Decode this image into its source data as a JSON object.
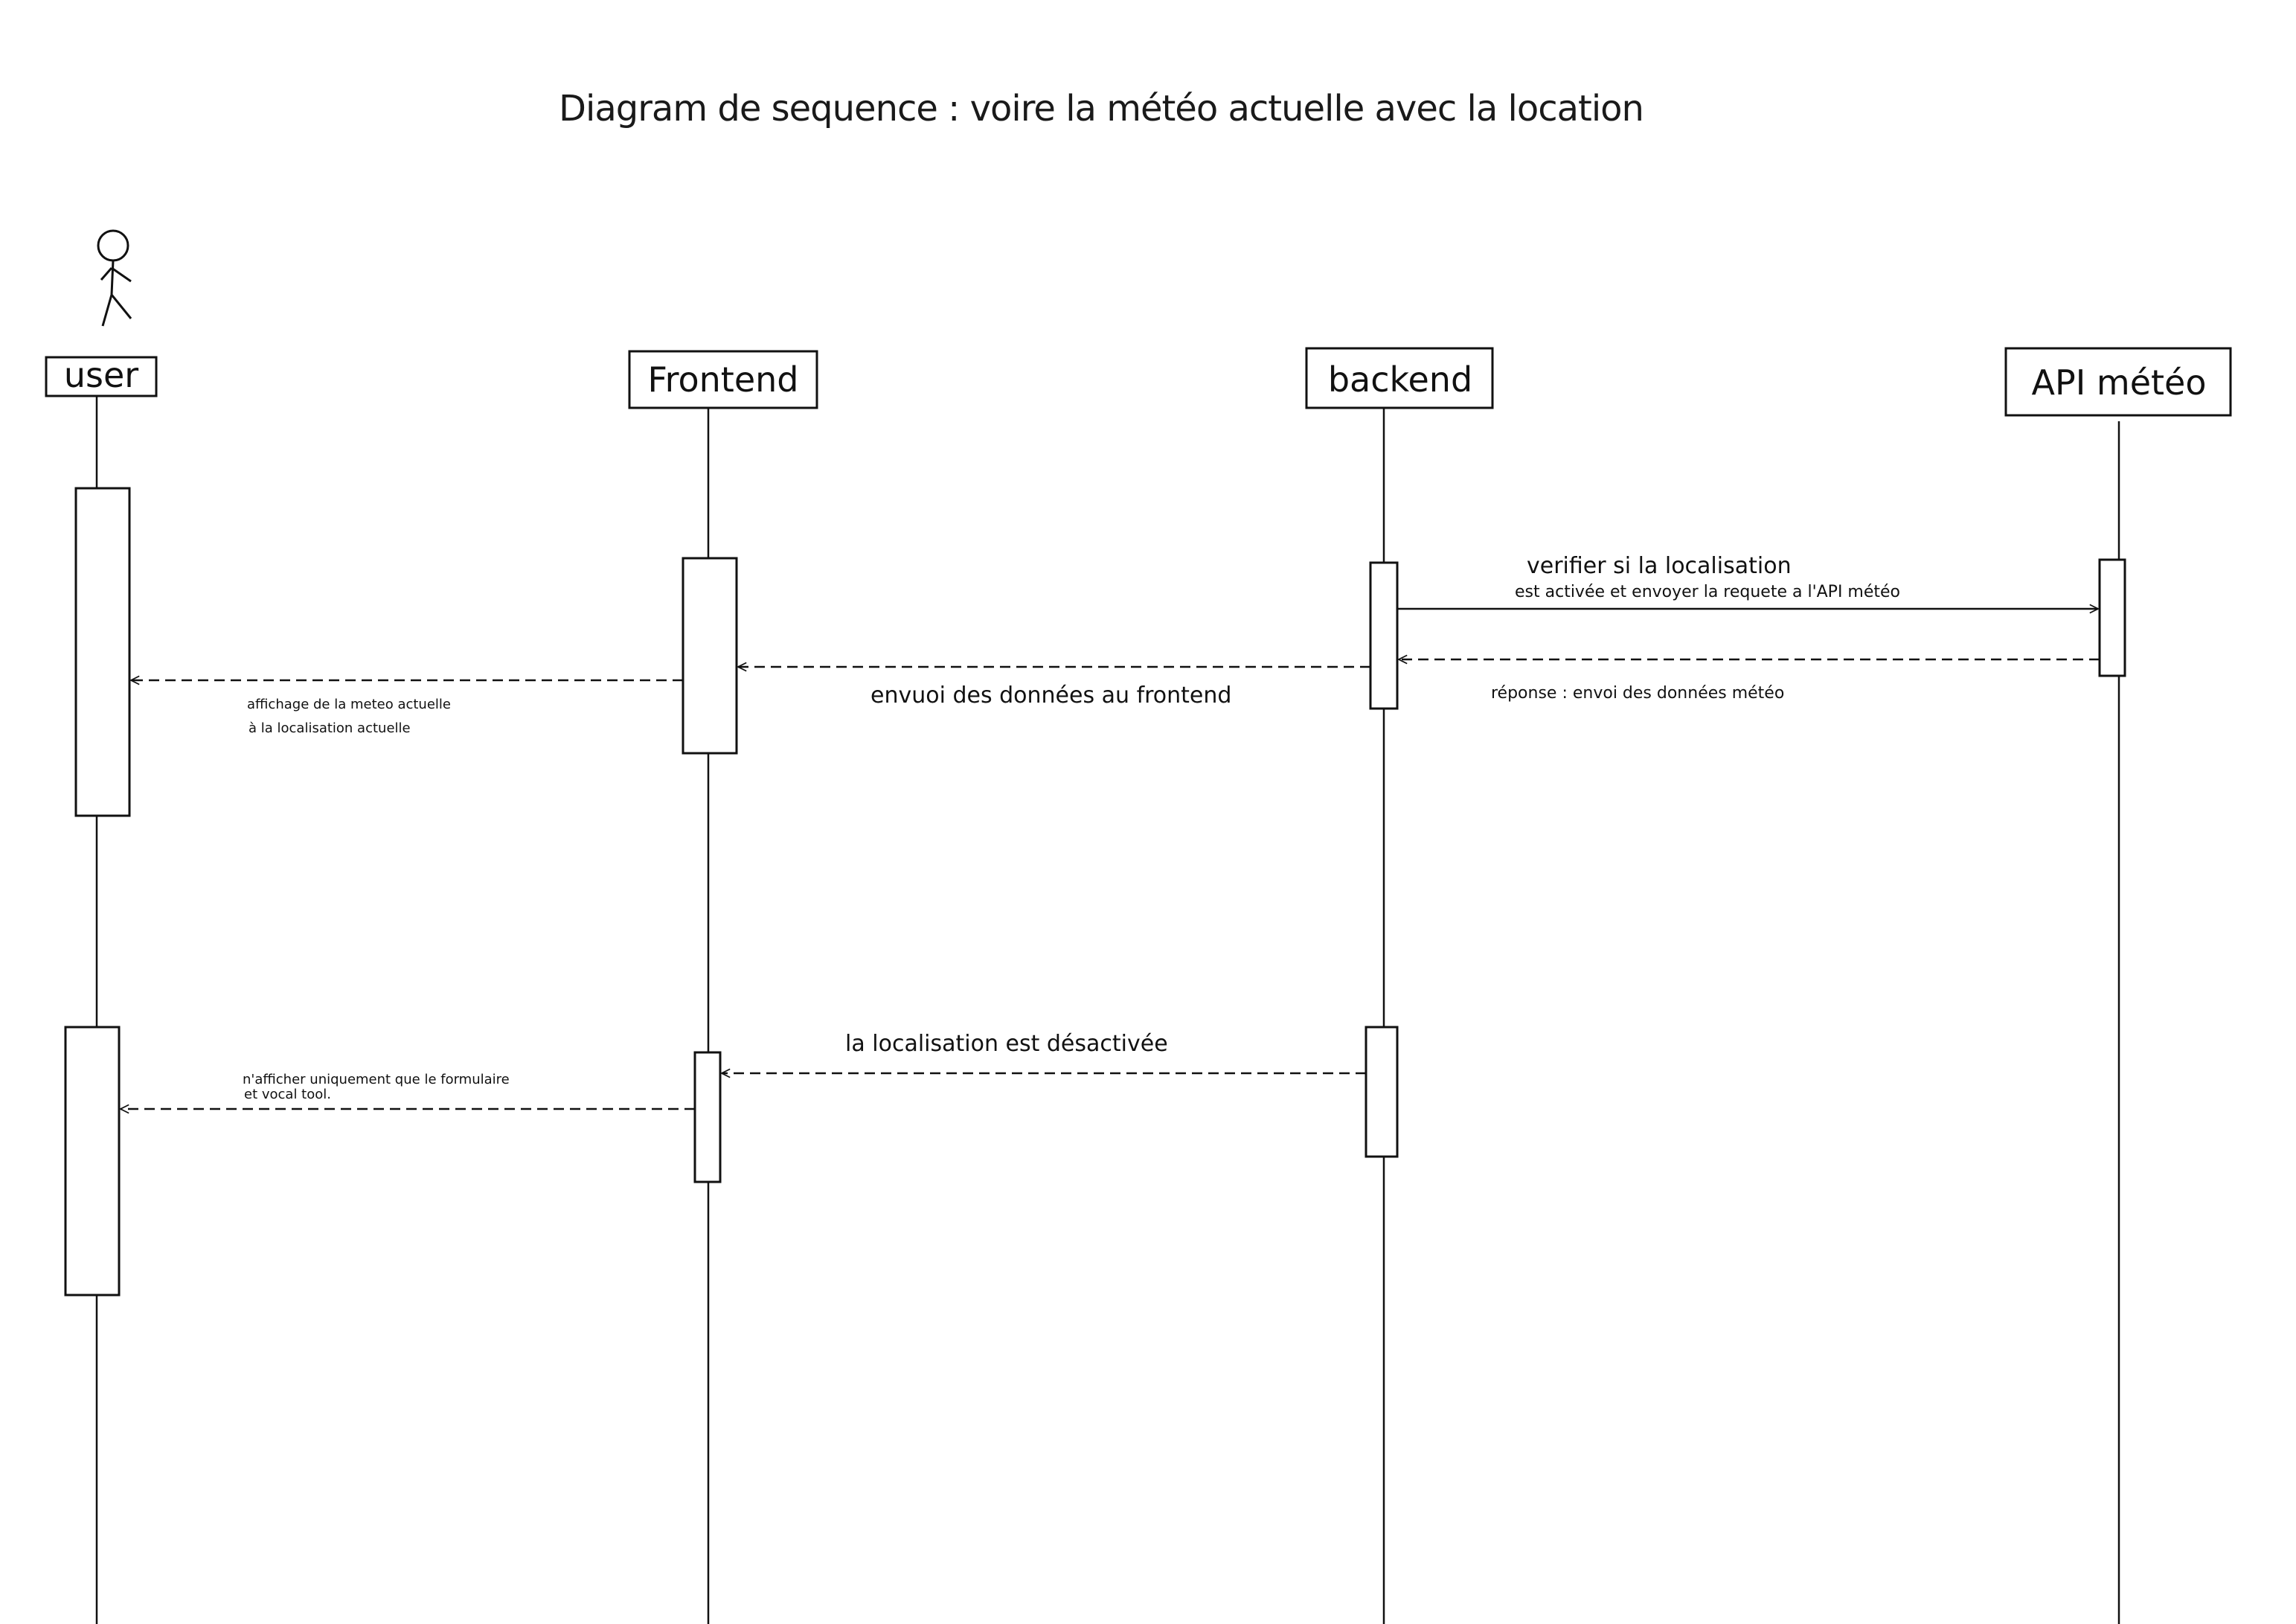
{
  "diagram": {
    "title": "Diagram de sequence : voire la météo actuelle avec la location",
    "participants": [
      {
        "id": "user",
        "label": "user",
        "actor": true
      },
      {
        "id": "frontend",
        "label": "Frontend",
        "actor": false
      },
      {
        "id": "backend",
        "label": "backend",
        "actor": false
      },
      {
        "id": "api",
        "label": "API météo",
        "actor": false
      }
    ],
    "messages": [
      {
        "from": "backend",
        "to": "api",
        "style": "solid",
        "lines": [
          "verifier si la localisation",
          "est activée et envoyer la requete a l'API météo"
        ]
      },
      {
        "from": "api",
        "to": "backend",
        "style": "dashed",
        "lines": [
          "réponse : envoi des données météo"
        ]
      },
      {
        "from": "backend",
        "to": "frontend",
        "style": "dashed",
        "lines": [
          "envuoi des données au frontend"
        ]
      },
      {
        "from": "frontend",
        "to": "user",
        "style": "dashed",
        "lines": [
          "affichage de la meteo actuelle",
          "à la localisation actuelle"
        ]
      },
      {
        "from": "backend",
        "to": "frontend",
        "style": "dashed",
        "lines": [
          "la localisation est désactivée"
        ]
      },
      {
        "from": "frontend",
        "to": "user",
        "style": "dashed",
        "lines": [
          "n'afficher uniquement que le formulaire",
          "et vocal tool."
        ]
      }
    ],
    "colors": {
      "ink": "#111111",
      "background": "#ffffff"
    }
  }
}
